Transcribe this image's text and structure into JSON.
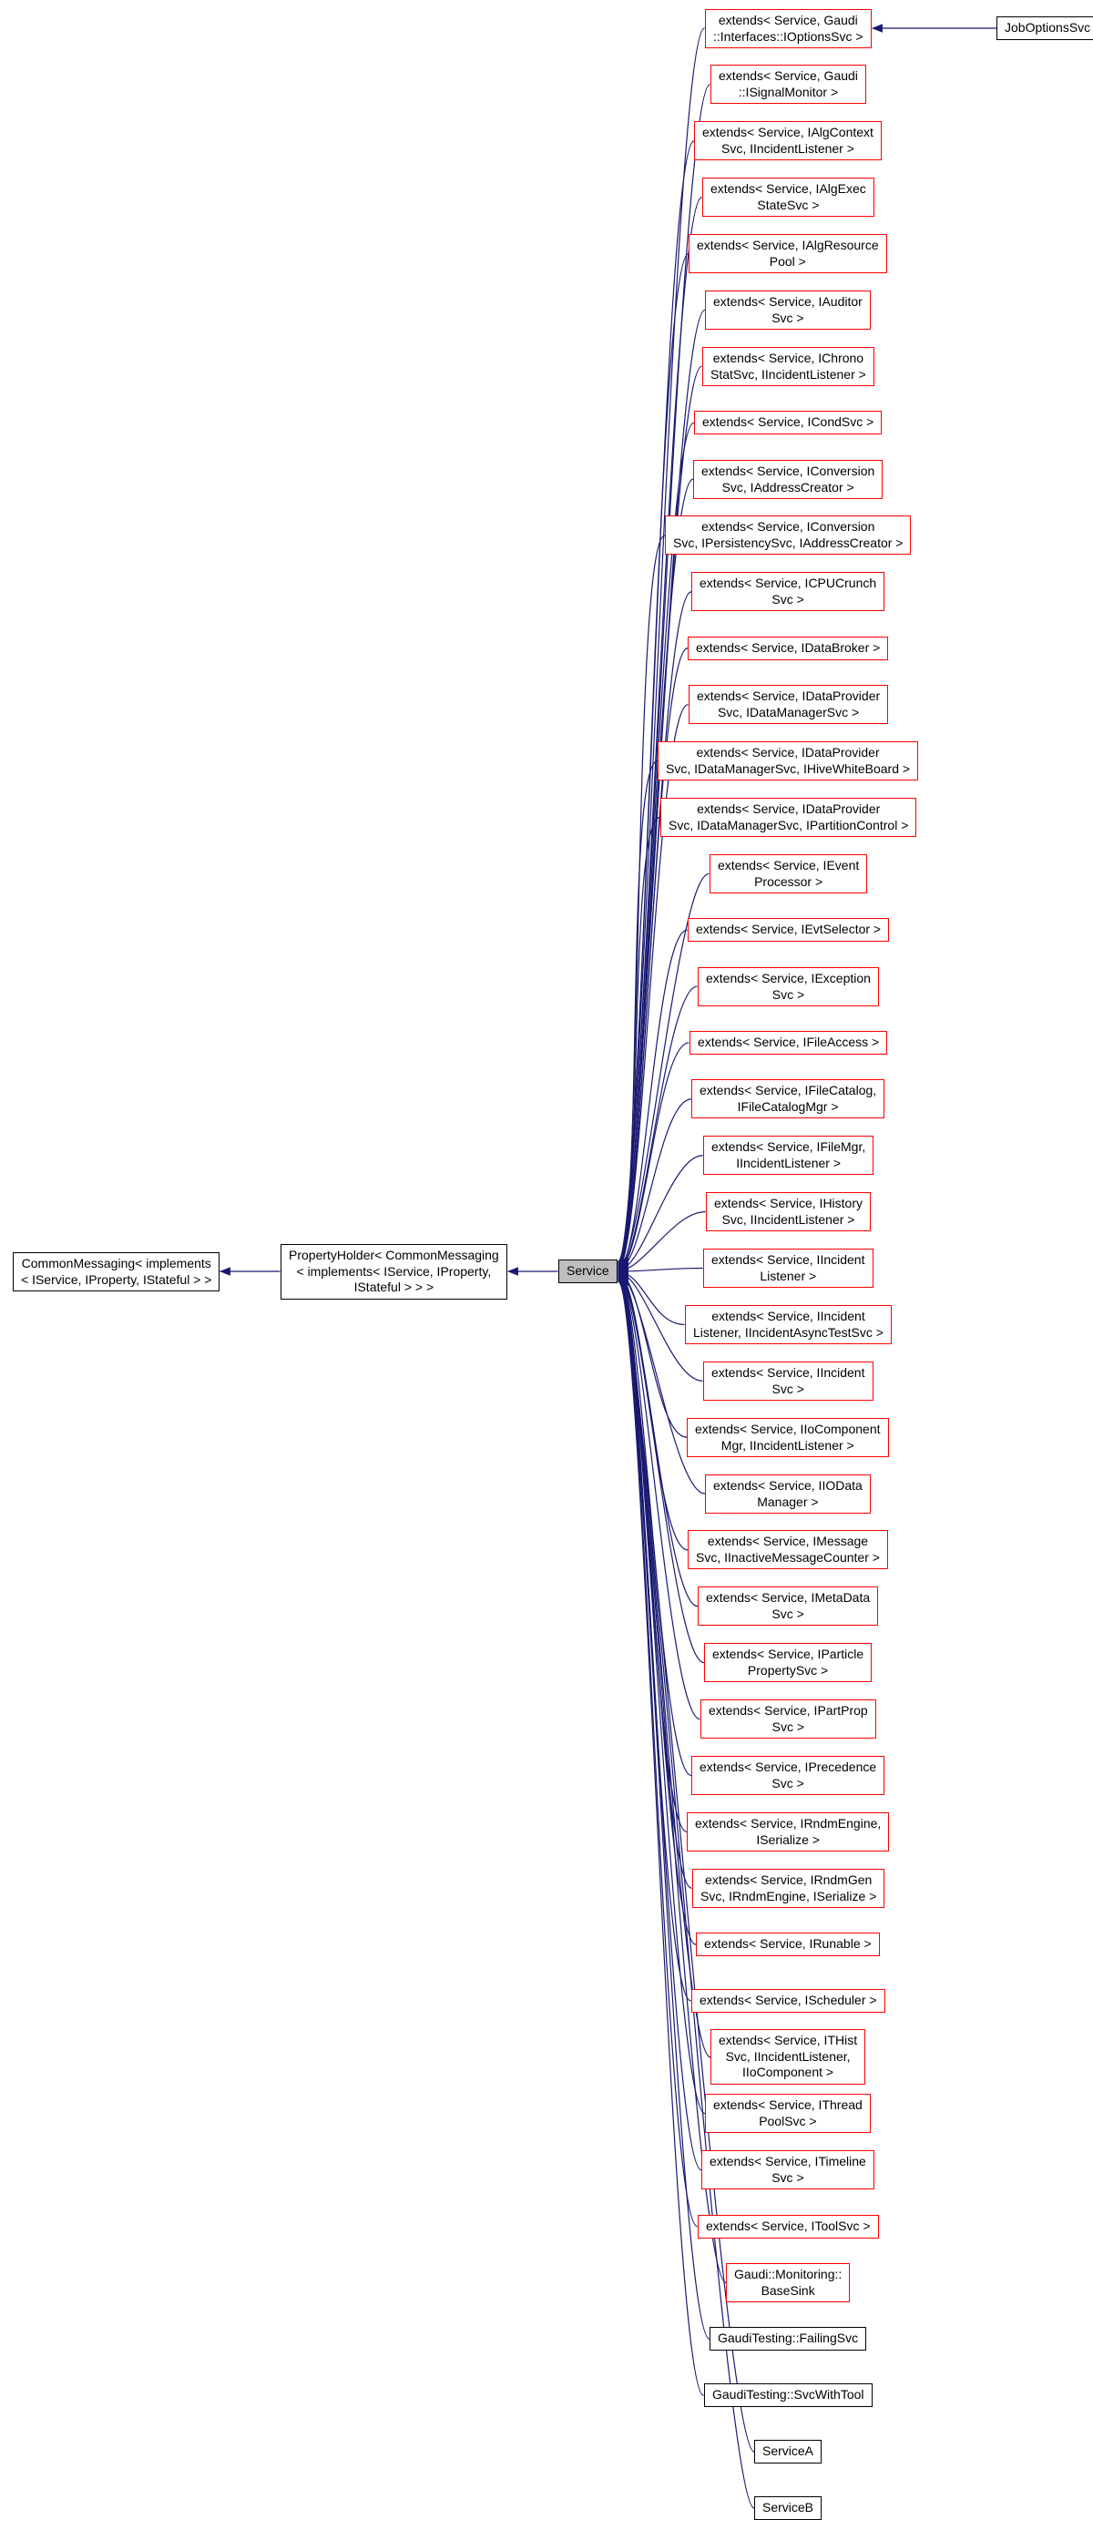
{
  "colors": {
    "edge": "#191970",
    "red_border": "#ff0000",
    "black_border": "#000000",
    "current_fill": "#bfbfbf",
    "node_fill": "#ffffff"
  },
  "nodes": {
    "common_messaging": {
      "label": "CommonMessaging< implements\n< IService, IProperty, IStateful > >",
      "style": "black"
    },
    "property_holder": {
      "label": "PropertyHolder< CommonMessaging\n< implements< IService, IProperty,\nIStateful > > >",
      "style": "black"
    },
    "service": {
      "label": "Service",
      "style": "current"
    },
    "job_options_svc": {
      "label": "JobOptionsSvc",
      "style": "black"
    },
    "derived": [
      {
        "label": "extends< Service, Gaudi\n::Interfaces::IOptionsSvc >",
        "style": "red"
      },
      {
        "label": "extends< Service, Gaudi\n::ISignalMonitor >",
        "style": "red"
      },
      {
        "label": "extends< Service, IAlgContext\nSvc, IIncidentListener >",
        "style": "red"
      },
      {
        "label": "extends< Service, IAlgExec\nStateSvc >",
        "style": "red"
      },
      {
        "label": "extends< Service, IAlgResource\nPool >",
        "style": "red"
      },
      {
        "label": "extends< Service, IAuditor\nSvc >",
        "style": "red"
      },
      {
        "label": "extends< Service, IChrono\nStatSvc, IIncidentListener >",
        "style": "red"
      },
      {
        "label": "extends< Service, ICondSvc >",
        "style": "red"
      },
      {
        "label": "extends< Service, IConversion\nSvc, IAddressCreator >",
        "style": "red"
      },
      {
        "label": "extends< Service, IConversion\nSvc, IPersistencySvc, IAddressCreator >",
        "style": "red"
      },
      {
        "label": "extends< Service, ICPUCrunch\nSvc >",
        "style": "red"
      },
      {
        "label": "extends< Service, IDataBroker >",
        "style": "red"
      },
      {
        "label": "extends< Service, IDataProvider\nSvc, IDataManagerSvc >",
        "style": "red"
      },
      {
        "label": "extends< Service, IDataProvider\nSvc, IDataManagerSvc, IHiveWhiteBoard >",
        "style": "red"
      },
      {
        "label": "extends< Service, IDataProvider\nSvc, IDataManagerSvc, IPartitionControl >",
        "style": "red"
      },
      {
        "label": "extends< Service, IEvent\nProcessor >",
        "style": "red"
      },
      {
        "label": "extends< Service, IEvtSelector >",
        "style": "red"
      },
      {
        "label": "extends< Service, IException\nSvc >",
        "style": "red"
      },
      {
        "label": "extends< Service, IFileAccess >",
        "style": "red"
      },
      {
        "label": "extends< Service, IFileCatalog,\nIFileCatalogMgr >",
        "style": "red"
      },
      {
        "label": "extends< Service, IFileMgr,\nIIncidentListener >",
        "style": "red"
      },
      {
        "label": "extends< Service, IHistory\nSvc, IIncidentListener >",
        "style": "red"
      },
      {
        "label": "extends< Service, IIncident\nListener >",
        "style": "red"
      },
      {
        "label": "extends< Service, IIncident\nListener, IIncidentAsyncTestSvc >",
        "style": "red"
      },
      {
        "label": "extends< Service, IIncident\nSvc >",
        "style": "red"
      },
      {
        "label": "extends< Service, IIoComponent\nMgr, IIncidentListener >",
        "style": "red"
      },
      {
        "label": "extends< Service, IIOData\nManager >",
        "style": "red"
      },
      {
        "label": "extends< Service, IMessage\nSvc, IInactiveMessageCounter >",
        "style": "red"
      },
      {
        "label": "extends< Service, IMetaData\nSvc >",
        "style": "red"
      },
      {
        "label": "extends< Service, IParticle\nPropertySvc >",
        "style": "red"
      },
      {
        "label": "extends< Service, IPartProp\nSvc >",
        "style": "red"
      },
      {
        "label": "extends< Service, IPrecedence\nSvc >",
        "style": "red"
      },
      {
        "label": "extends< Service, IRndmEngine,\nISerialize >",
        "style": "red"
      },
      {
        "label": "extends< Service, IRndmGen\nSvc, IRndmEngine, ISerialize >",
        "style": "red"
      },
      {
        "label": "extends< Service, IRunable >",
        "style": "red"
      },
      {
        "label": "extends< Service, IScheduler >",
        "style": "red"
      },
      {
        "label": "extends< Service, ITHist\nSvc, IIncidentListener,\nIIoComponent >",
        "style": "red"
      },
      {
        "label": "extends< Service, IThread\nPoolSvc >",
        "style": "red"
      },
      {
        "label": "extends< Service, ITimeline\nSvc >",
        "style": "red"
      },
      {
        "label": "extends< Service, IToolSvc >",
        "style": "red"
      },
      {
        "label": "Gaudi::Monitoring::\nBaseSink",
        "style": "red"
      },
      {
        "label": "GaudiTesting::FailingSvc",
        "style": "black"
      },
      {
        "label": "GaudiTesting::SvcWithTool",
        "style": "black"
      },
      {
        "label": "ServiceA",
        "style": "black"
      },
      {
        "label": "ServiceB",
        "style": "black"
      }
    ]
  }
}
